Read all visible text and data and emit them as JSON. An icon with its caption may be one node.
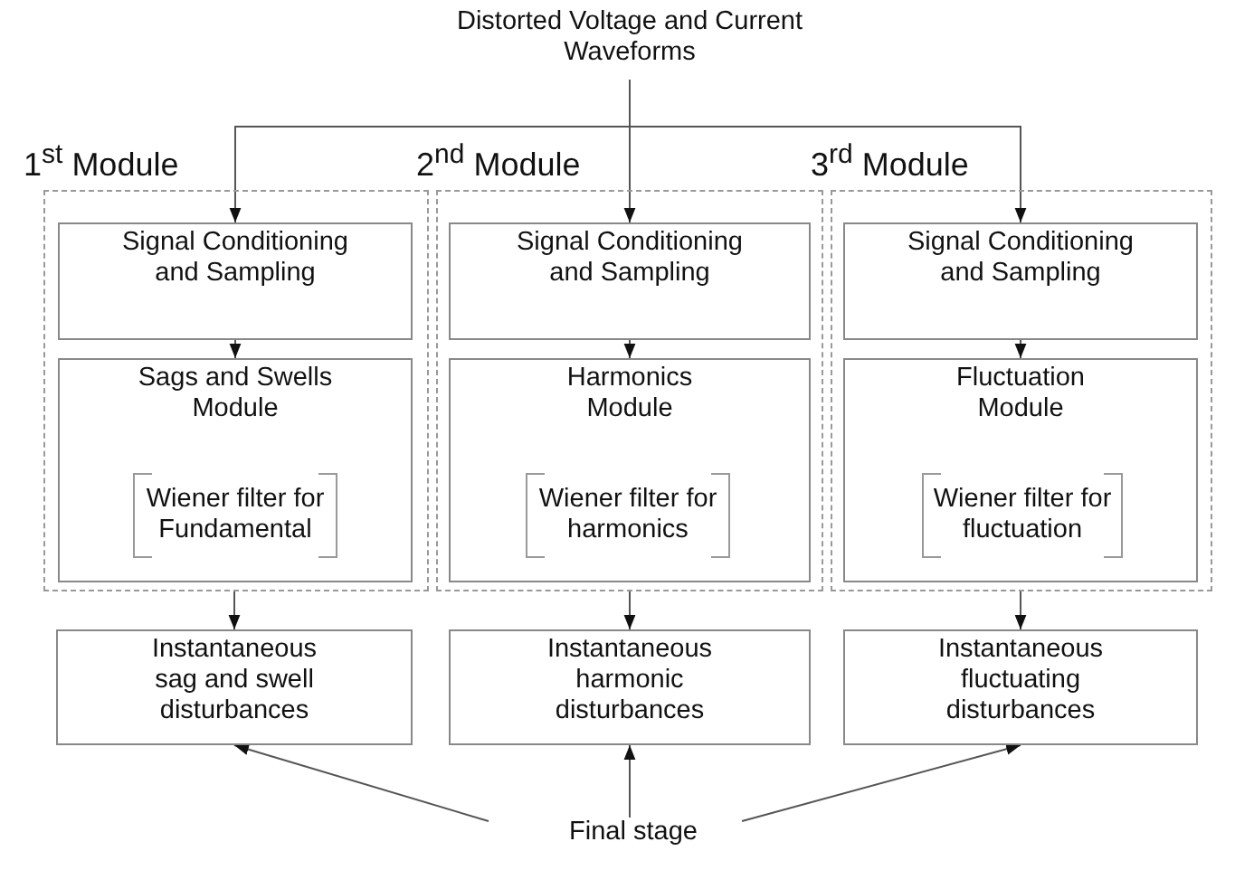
{
  "diagram": {
    "nodes": [
      {
        "text": [
          "Distorted Voltage and Current Waveforms"
        ]
      },
      {
        "text": [
          "1$^{st}$ Module"
        ]
      },
      {
        "text": [
          "Signal Conditioning and Sampling"
        ],
        "in": 1
      },
      {
        "text": [
          "Sags and Swells Module"
        ],
        "in": 1
      },
      {
        "text": [
          "Wiener filter for Fundamental"
        ],
        "in": 3
      },
      {
        "text": [
          "2$^{nd}$ Module"
        ]
      },
      {
        "text": [
          "Signal Conditioning and Sampling"
        ],
        "in": 5
      },
      {
        "text": [
          "Harmonics Module"
        ],
        "in": 5
      },
      {
        "text": [
          "Wiener filter for harmonics"
        ],
        "in": 7
      },
      {
        "text": [
          "3$^{rd}$  Module"
        ]
      },
      {
        "text": [
          "Signal Conditioning and Sampling"
        ],
        "in": 9
      },
      {
        "text": [
          "Fluctuation Module"
        ],
        "in": 9
      },
      {
        "text": [
          "Wiener filter for fluctuation"
        ],
        "in": 11
      },
      {
        "text": [
          "Instantaneous sag and swell disturbances"
        ]
      },
      {
        "text": [
          "Instantaneous harmonic disturbances"
        ]
      },
      {
        "text": [
          "Instantaneous fluctuating disturbances"
        ]
      },
      {
        "text": [
          "Final stage"
        ]
      }
    ],
    "edges": [
      {
        "from": 0,
        "to": 2,
        "arrow": "to"
      },
      {
        "from": 0,
        "to": 6,
        "arrow": "to"
      },
      {
        "from": 0,
        "to": 10,
        "arrow": "to"
      },
      {
        "from": 2,
        "to": 3,
        "arrow": "to"
      },
      {
        "from": 6,
        "to": 7,
        "arrow": "to"
      },
      {
        "from": 10,
        "to": 11,
        "arrow": "to"
      },
      {
        "from": 1,
        "to": 13,
        "arrow": "to"
      },
      {
        "from": 5,
        "to": 14,
        "arrow": "to"
      },
      {
        "from": 9,
        "to": 15,
        "arrow": "to"
      },
      {
        "from": 16,
        "to": 13,
        "arrow": "to"
      },
      {
        "from": 16,
        "to": 14,
        "arrow": "to"
      },
      {
        "from": 16,
        "to": 15,
        "arrow": "to"
      }
    ]
  }
}
